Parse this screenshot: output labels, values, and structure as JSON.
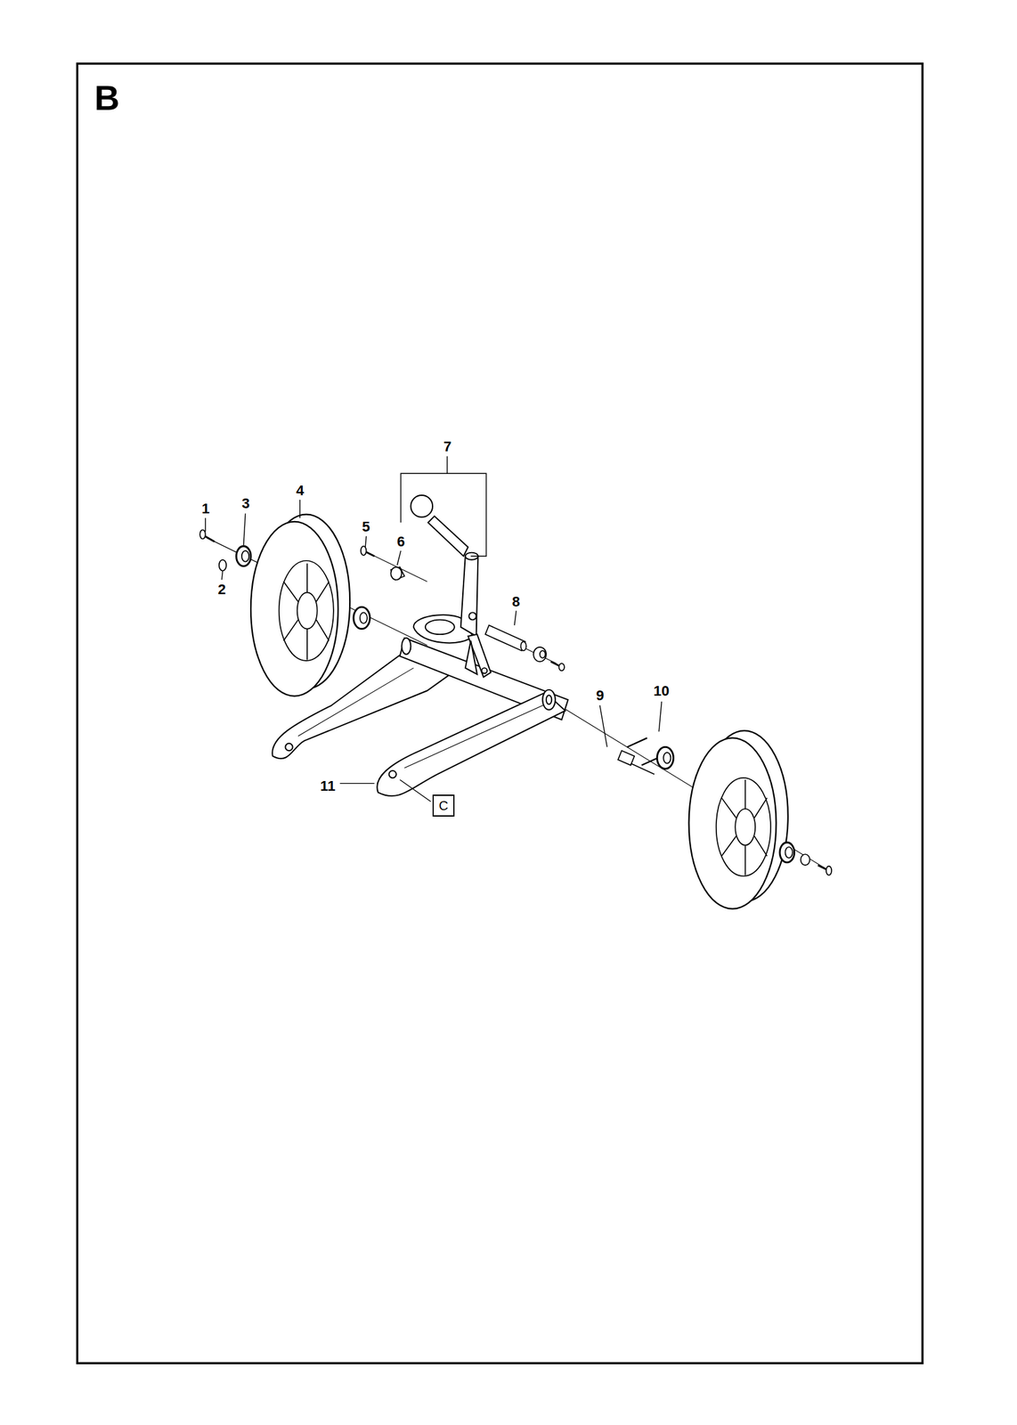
{
  "diagram": {
    "title": "B",
    "nodes": [
      {
        "text": [
          "C"
        ]
      }
    ],
    "labels": [
      "1",
      "2",
      "3",
      "4",
      "5",
      "6",
      "7",
      "8",
      "9",
      "10",
      "11"
    ]
  }
}
